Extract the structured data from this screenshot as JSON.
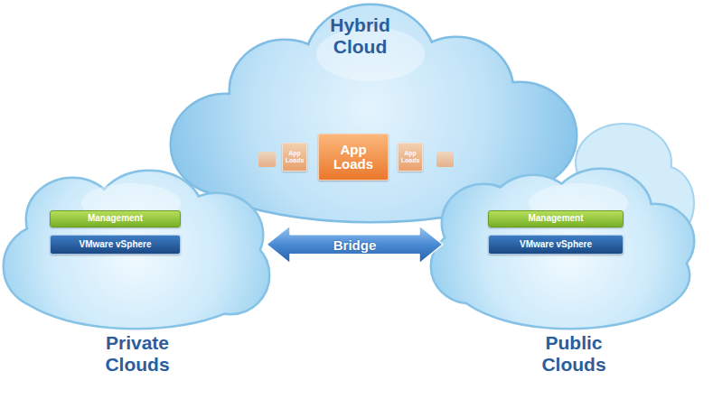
{
  "diagram": {
    "nodes": [
      {
        "text": [
          "Hybrid Cloud"
        ]
      },
      {
        "text": [
          "App Loads"
        ],
        "in": 0
      },
      {
        "text": [
          "App Loads"
        ],
        "in": 0
      },
      {
        "text": [
          "App Loads"
        ],
        "in": 0
      },
      {
        "text": [
          "Private Clouds"
        ]
      },
      {
        "text": [
          "Management"
        ],
        "in": 4
      },
      {
        "text": [
          "VMware vSphere"
        ],
        "in": 4
      },
      {
        "text": [
          "Public Clouds"
        ]
      },
      {
        "text": [
          "Management"
        ],
        "in": 7
      },
      {
        "text": [
          "VMware vSphere"
        ],
        "in": 7
      }
    ],
    "edges": [
      {
        "from": 4,
        "to": 7,
        "arrow": "both",
        "label": "Bridge"
      }
    ]
  }
}
